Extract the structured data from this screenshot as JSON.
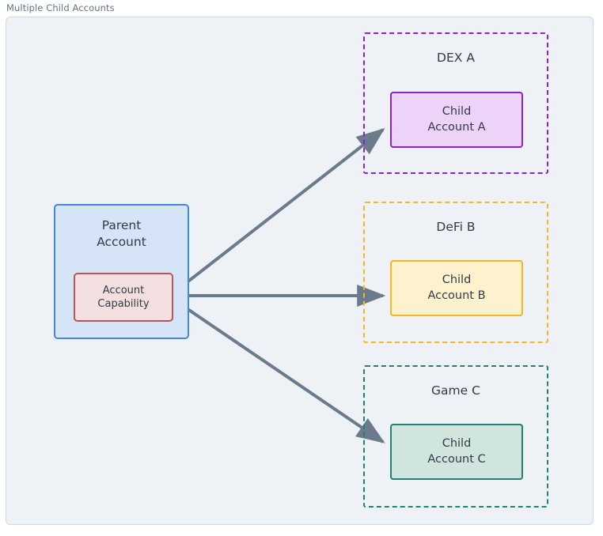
{
  "canvas": {
    "title": "Multiple Child Accounts",
    "background": "#eef1f5",
    "frame_border": "#cfd8e3"
  },
  "nodes": {
    "parent_account": {
      "label_line1": "Parent",
      "label_line2": "Account",
      "fill": "#d6e4f7",
      "stroke": "#3f8ae0"
    },
    "account_capability": {
      "label_line1": "Account",
      "label_line2": "Capability",
      "fill": "#f3dfdf",
      "stroke": "#b8555a"
    }
  },
  "groups": [
    {
      "id": "dex-a",
      "label": "DEX A",
      "stroke": "#8a22d6",
      "child": {
        "label_line1": "Child",
        "label_line2": "Account A",
        "fill": "#ecd3f7",
        "stroke": "#8a22d6"
      }
    },
    {
      "id": "defi-b",
      "label": "DeFi B",
      "stroke": "#f2b723",
      "child": {
        "label_line1": "Child",
        "label_line2": "Account B",
        "fill": "#fdf2cd",
        "stroke": "#f2b723"
      }
    },
    {
      "id": "game-c",
      "label": "Game C",
      "stroke": "#1f8272",
      "child": {
        "label_line1": "Child",
        "label_line2": "Account C",
        "fill": "#cfe5dd",
        "stroke": "#1f8272"
      }
    }
  ],
  "edges": {
    "color": "#6b7b8c",
    "connections": [
      {
        "from": "account-capability",
        "to": "child-account-a"
      },
      {
        "from": "account-capability",
        "to": "child-account-b"
      },
      {
        "from": "account-capability",
        "to": "child-account-c"
      }
    ]
  }
}
